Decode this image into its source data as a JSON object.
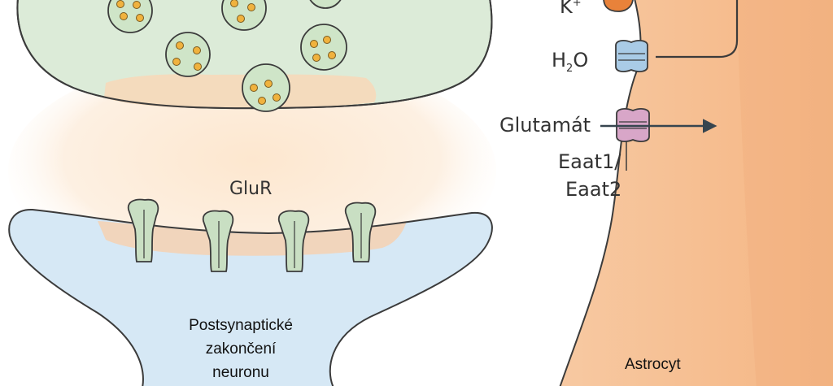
{
  "labels": {
    "k": "K",
    "k_sup": "+",
    "h2o_h": "H",
    "h2o_sub": "2",
    "h2o_o": "O",
    "glutamat": "Glutamát",
    "eaat_line1": "Eaat1/",
    "eaat_line2": "Eaat2",
    "glur": "GluR",
    "post_line1": "Postsynaptické",
    "post_line2": "zakončení",
    "post_line3": "neuronu",
    "astrocyt": "Astrocyt"
  },
  "colors": {
    "presynaptic_fill": "#dcebd8",
    "vesicle_fill": "#cfe5c8",
    "glutamate_dot": "#f0b23e",
    "cleft_glow": "#fbe3c9",
    "postsynaptic_fill": "#d6e8f5",
    "glur_receptor": "#c9dfc3",
    "astrocyte_fill": "#f6b98a",
    "water_channel": "#a9cbe6",
    "transporter": "#d8a6c8",
    "potassium_channel": "#e8823a",
    "outline": "#3b3b3b"
  }
}
